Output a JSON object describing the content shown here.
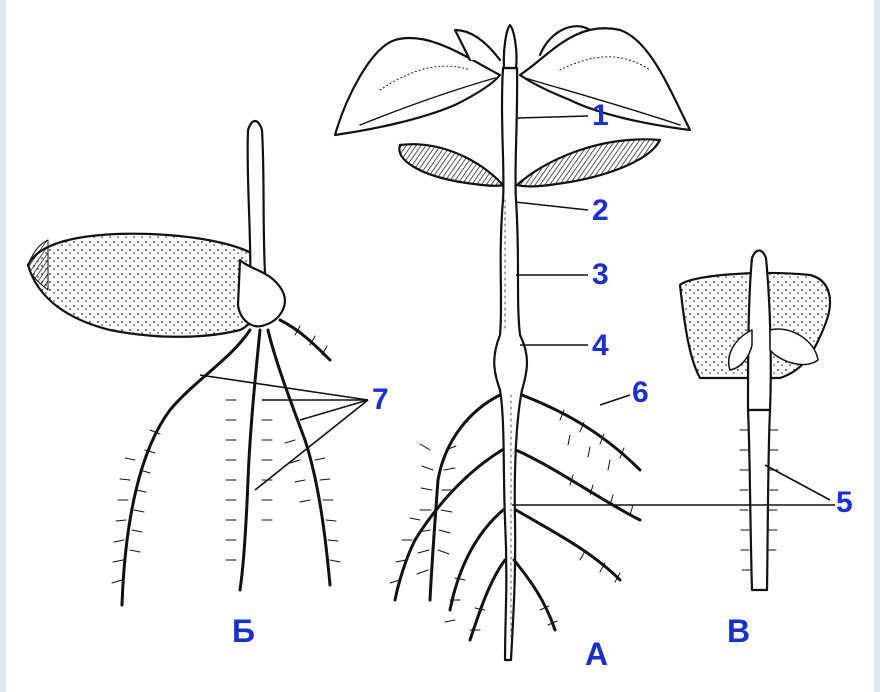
{
  "labels": {
    "n1": "1",
    "n2": "2",
    "n3": "3",
    "n4": "4",
    "n5": "5",
    "n6": "6",
    "n7": "7",
    "seedling_a": "А",
    "seedling_b": "Б",
    "seedling_v": "В"
  },
  "colors": {
    "label": "#1a2fd0",
    "ink": "#111111",
    "background": "#ffffff"
  }
}
